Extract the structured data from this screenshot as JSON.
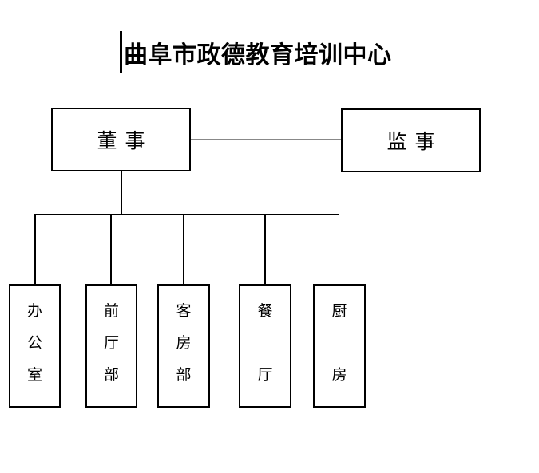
{
  "page_title": "曲阜市政德教育培训中心",
  "nodes": {
    "director": {
      "label": "董事"
    },
    "supervisor": {
      "label": "监事"
    }
  },
  "departments": [
    {
      "name": "办公室",
      "lines": [
        "办",
        "公",
        "室"
      ]
    },
    {
      "name": "前厅部",
      "lines": [
        "前",
        "厅",
        "部"
      ]
    },
    {
      "name": "客房部",
      "lines": [
        "客",
        "房",
        "部"
      ]
    },
    {
      "name": "餐厅",
      "lines": [
        "餐",
        "",
        "厅"
      ]
    },
    {
      "name": "厨房",
      "lines": [
        "厨",
        "",
        "房"
      ]
    }
  ],
  "edges": [
    {
      "from": "董事",
      "to": "监事"
    },
    {
      "from": "董事",
      "to": "办公室"
    },
    {
      "from": "董事",
      "to": "前厅部"
    },
    {
      "from": "董事",
      "to": "客房部"
    },
    {
      "from": "董事",
      "to": "餐厅"
    },
    {
      "from": "董事",
      "to": "厨房"
    }
  ],
  "colors": {
    "background": "#ffffff",
    "box_border": "#000000",
    "text": "#000000",
    "gray_link_light": "#a6a6a6",
    "gray_link_dark": "#2e2e2e"
  }
}
